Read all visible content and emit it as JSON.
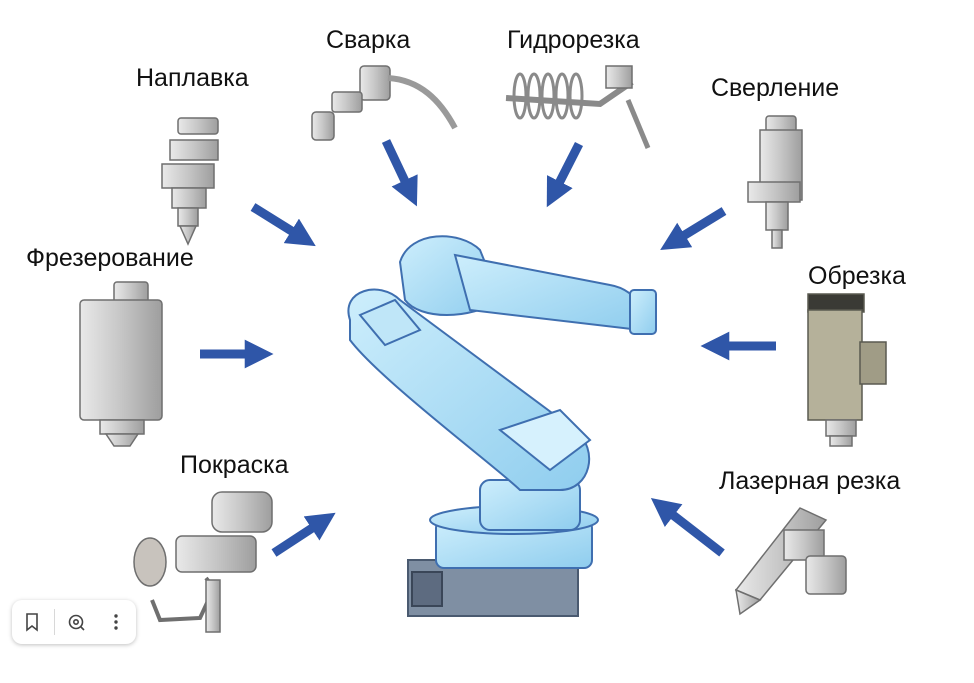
{
  "labels": {
    "naplavka": "Наплавка",
    "svarka": "Сварка",
    "gidrorezka": "Гидрорезка",
    "sverlenie": "Сверление",
    "frezerovanie": "Фрезерование",
    "obrezka": "Обрезка",
    "pokraska": "Покраска",
    "lazernaya": "Лазерная резка"
  },
  "colors": {
    "arrow": "#2f56a8",
    "robot": "#a9def6",
    "robot_edge": "#3f6fb0",
    "tool": "#cfcfcf",
    "tool_edge": "#6f6f6f"
  },
  "toolbar": {
    "icons": [
      "bookmark-icon",
      "lens-search-icon",
      "more-vertical-icon"
    ]
  }
}
